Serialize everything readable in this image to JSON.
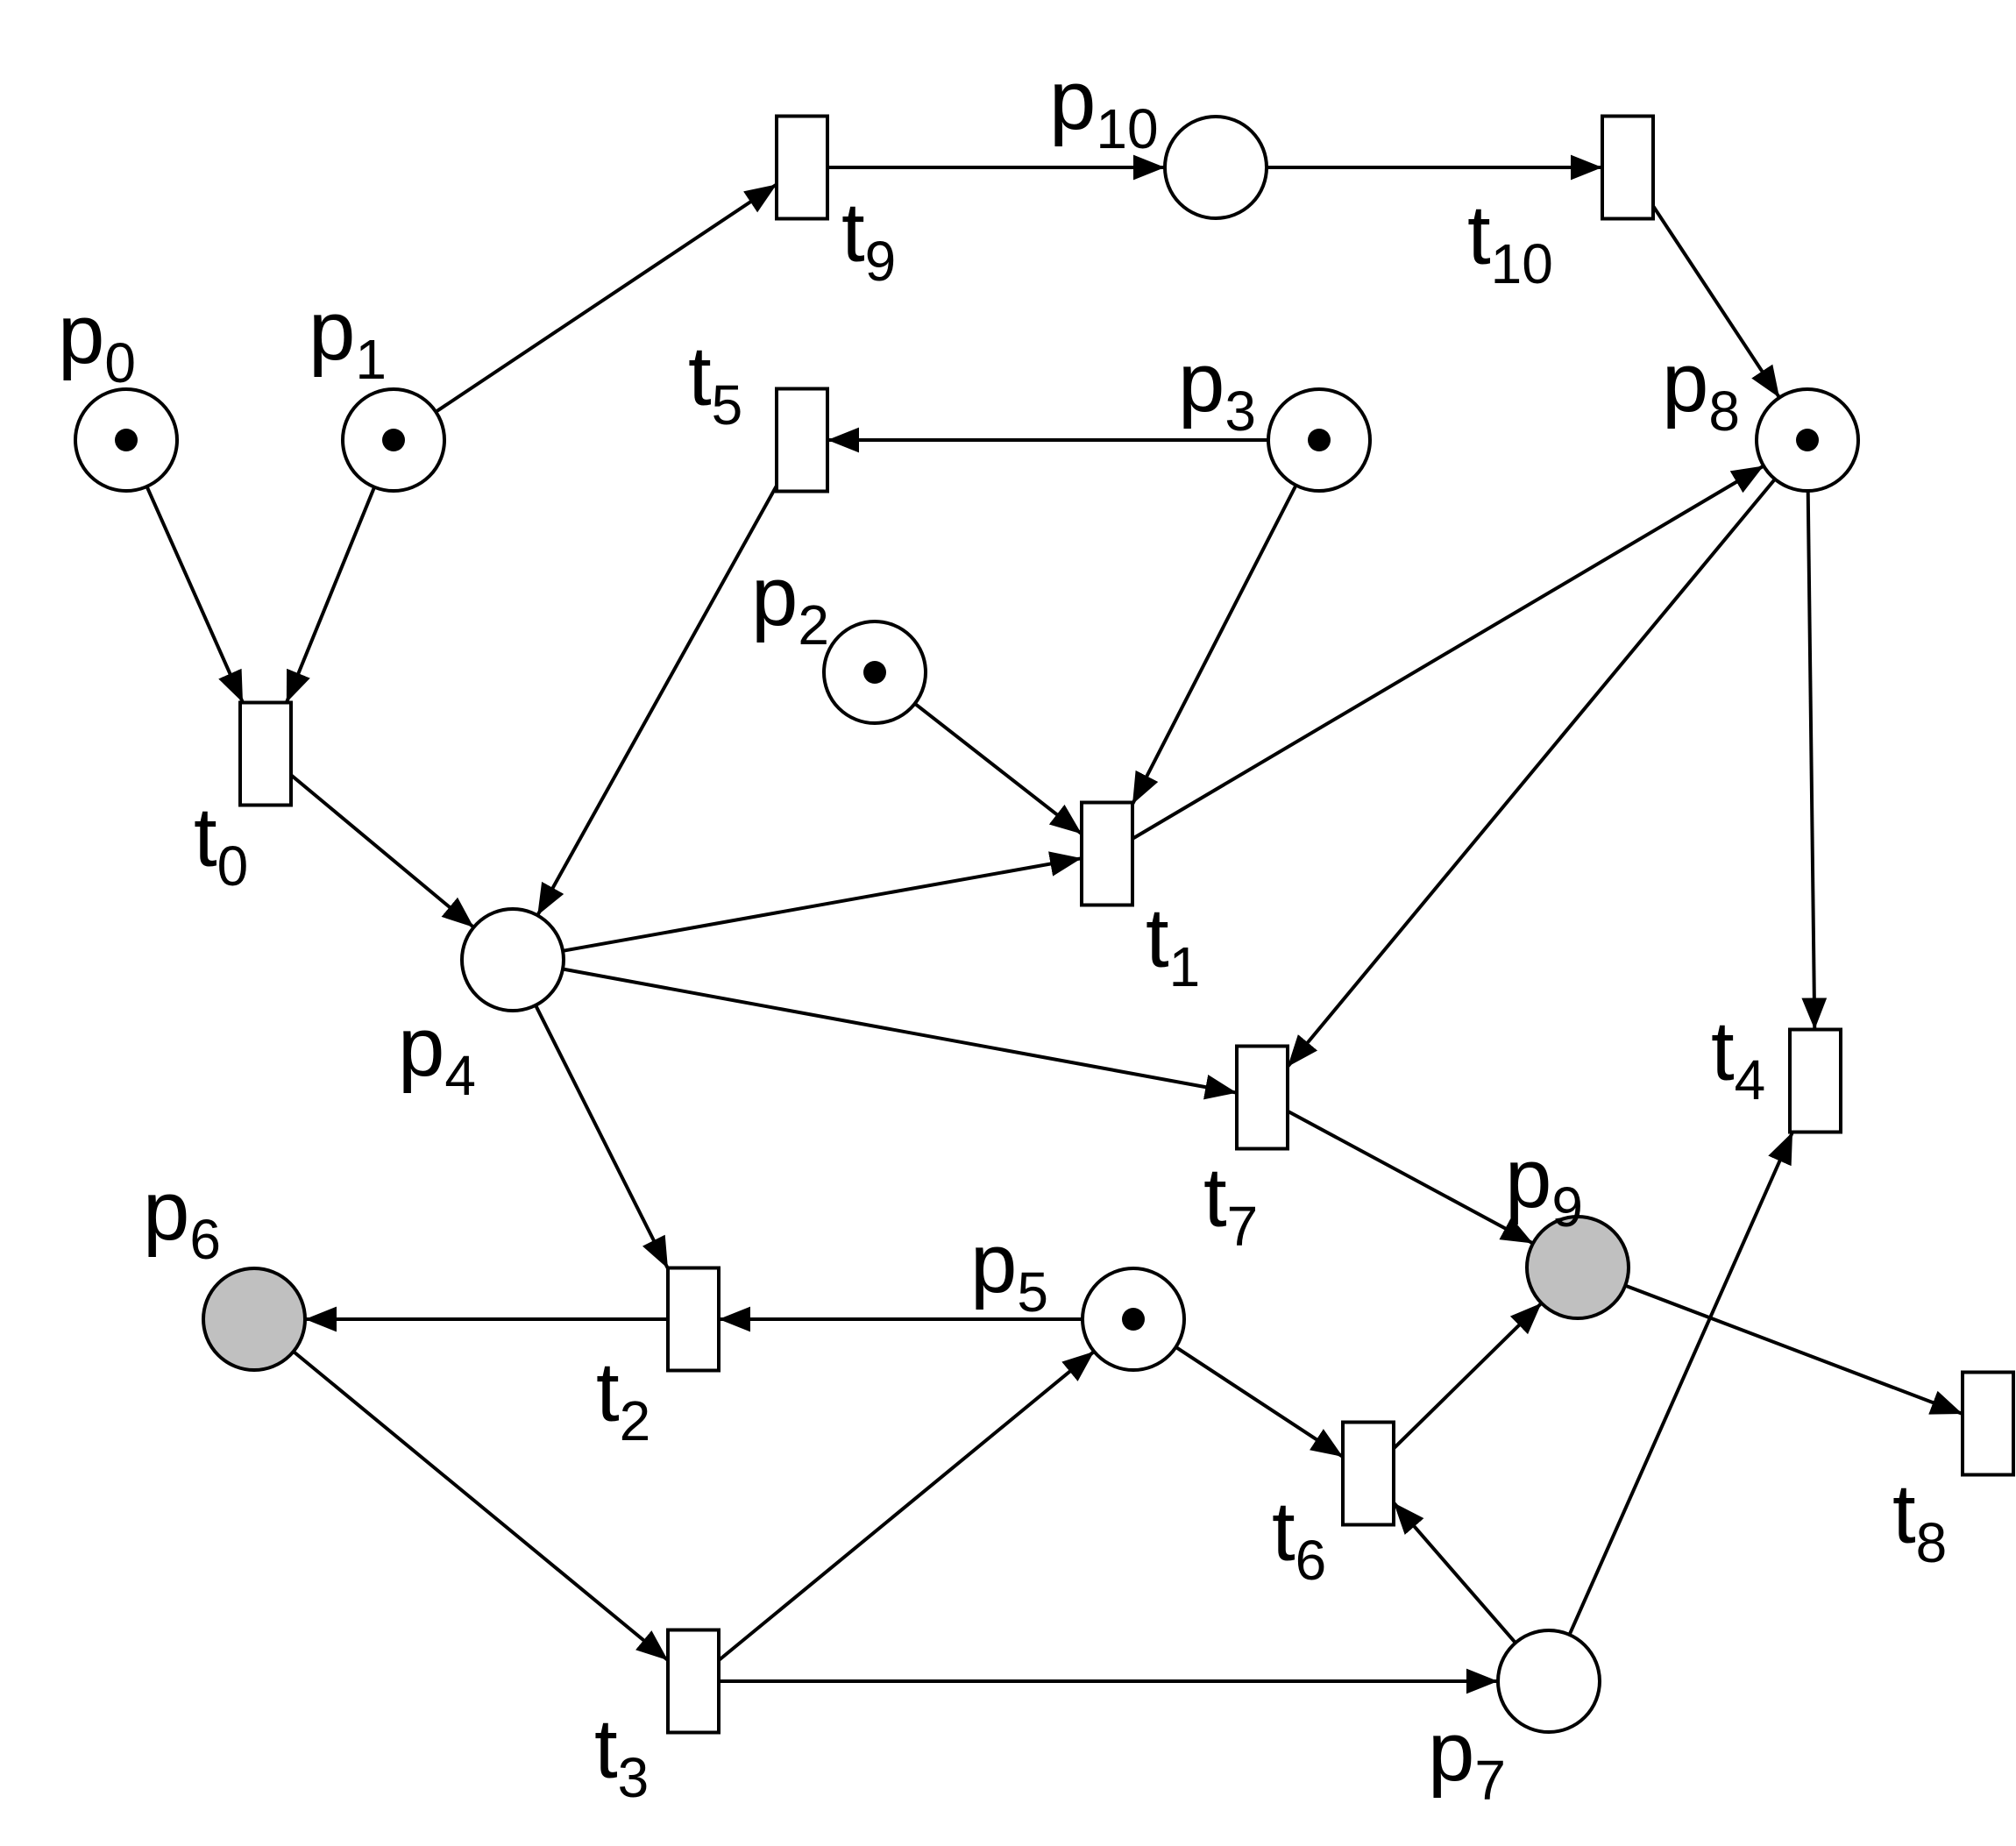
{
  "colors": {
    "stroke": "#000000",
    "place_fill": "#ffffff",
    "highlighted_place_fill": "#c0c0c0",
    "token": "#000000"
  },
  "places": [
    {
      "id": "p0",
      "letter": "p",
      "index": "0",
      "tokens": 1,
      "highlighted": false
    },
    {
      "id": "p1",
      "letter": "p",
      "index": "1",
      "tokens": 1,
      "highlighted": false
    },
    {
      "id": "p2",
      "letter": "p",
      "index": "2",
      "tokens": 1,
      "highlighted": false
    },
    {
      "id": "p3",
      "letter": "p",
      "index": "3",
      "tokens": 1,
      "highlighted": false
    },
    {
      "id": "p4",
      "letter": "p",
      "index": "4",
      "tokens": 0,
      "highlighted": false
    },
    {
      "id": "p5",
      "letter": "p",
      "index": "5",
      "tokens": 1,
      "highlighted": false
    },
    {
      "id": "p6",
      "letter": "p",
      "index": "6",
      "tokens": 0,
      "highlighted": true
    },
    {
      "id": "p7",
      "letter": "p",
      "index": "7",
      "tokens": 0,
      "highlighted": false
    },
    {
      "id": "p8",
      "letter": "p",
      "index": "8",
      "tokens": 1,
      "highlighted": false
    },
    {
      "id": "p9",
      "letter": "p",
      "index": "9",
      "tokens": 0,
      "highlighted": true
    },
    {
      "id": "p10",
      "letter": "p",
      "index": "10",
      "tokens": 0,
      "highlighted": false
    }
  ],
  "transitions": [
    {
      "id": "t0",
      "letter": "t",
      "index": "0"
    },
    {
      "id": "t1",
      "letter": "t",
      "index": "1"
    },
    {
      "id": "t2",
      "letter": "t",
      "index": "2"
    },
    {
      "id": "t3",
      "letter": "t",
      "index": "3"
    },
    {
      "id": "t4",
      "letter": "t",
      "index": "4"
    },
    {
      "id": "t5",
      "letter": "t",
      "index": "5"
    },
    {
      "id": "t6",
      "letter": "t",
      "index": "6"
    },
    {
      "id": "t7",
      "letter": "t",
      "index": "7"
    },
    {
      "id": "t8",
      "letter": "t",
      "index": "8"
    },
    {
      "id": "t9",
      "letter": "t",
      "index": "9"
    },
    {
      "id": "t10",
      "letter": "t",
      "index": "10"
    }
  ],
  "arcs": [
    {
      "from": "p0",
      "to": "t0"
    },
    {
      "from": "p1",
      "to": "t0"
    },
    {
      "from": "p1",
      "to": "t9"
    },
    {
      "from": "t9",
      "to": "p10"
    },
    {
      "from": "p10",
      "to": "t10"
    },
    {
      "from": "t10",
      "to": "p8"
    },
    {
      "from": "p3",
      "to": "t5"
    },
    {
      "from": "t5",
      "to": "p4"
    },
    {
      "from": "p3",
      "to": "t1"
    },
    {
      "from": "p2",
      "to": "t1"
    },
    {
      "from": "t0",
      "to": "p4"
    },
    {
      "from": "p4",
      "to": "t1"
    },
    {
      "from": "t1",
      "to": "p8"
    },
    {
      "from": "p8",
      "to": "t7"
    },
    {
      "from": "p8",
      "to": "t4"
    },
    {
      "from": "p4",
      "to": "t7"
    },
    {
      "from": "p4",
      "to": "t2"
    },
    {
      "from": "t7",
      "to": "p9"
    },
    {
      "from": "p5",
      "to": "t2"
    },
    {
      "from": "t2",
      "to": "p6"
    },
    {
      "from": "p6",
      "to": "t3"
    },
    {
      "from": "t3",
      "to": "p5"
    },
    {
      "from": "t3",
      "to": "p7"
    },
    {
      "from": "p5",
      "to": "t6"
    },
    {
      "from": "t6",
      "to": "p9"
    },
    {
      "from": "p7",
      "to": "t6"
    },
    {
      "from": "p7",
      "to": "t4"
    },
    {
      "from": "p9",
      "to": "t8"
    }
  ]
}
